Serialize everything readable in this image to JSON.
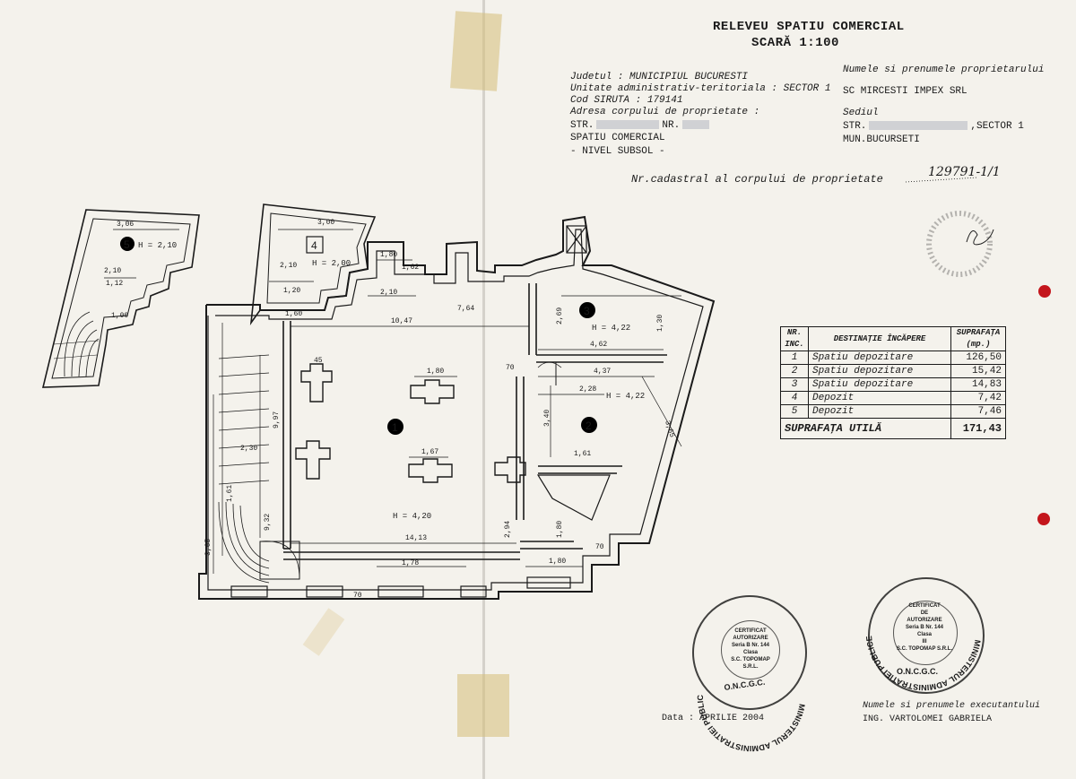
{
  "header": {
    "title_line1": "RELEVEU SPATIU COMERCIAL",
    "title_line2": "SCARĂ  1:100",
    "judet": "Judetul : MUNICIPIUL BUCURESTI",
    "unitate": "Unitate administrativ-teritoriala : SECTOR 1",
    "cod_siruta": "Cod SIRUTA : 179141",
    "adresa_label": "Adresa corpului de proprietate :",
    "str_prefix": "STR.",
    "nr_label": "NR.",
    "spatiu": "SPATIU COMERCIAL",
    "nivel": "- NIVEL SUBSOL -",
    "owner_label": "Numele si prenumele proprietarului",
    "owner_name": "SC MIRCESTI IMPEX SRL",
    "sediu_label": "Sediul",
    "sediu_str": "STR.",
    "sediu_sector": ",SECTOR 1",
    "sediu_city": "MUN.BUCURSETI",
    "cadastral_label": "Nr.cadastral al corpului de proprietate",
    "cadastral_value": "129791-1/1"
  },
  "table": {
    "col_nr": "NR. INC.",
    "col_dest": "DESTINAŢIE ÎNCĂPERE",
    "col_area": "SUPRAFAŢA (mp.)",
    "rows": [
      {
        "nr": "1",
        "dest": "Spatiu depozitare",
        "area": "126,50"
      },
      {
        "nr": "2",
        "dest": "Spatiu depozitare",
        "area": "15,42"
      },
      {
        "nr": "3",
        "dest": "Spatiu depozitare",
        "area": "14,83"
      },
      {
        "nr": "4",
        "dest": "Depozit",
        "area": "7,42"
      },
      {
        "nr": "5",
        "dest": "Depozit",
        "area": "7,46"
      }
    ],
    "total_label": "SUPRAFAŢA  UTILĂ",
    "total_value": "171,43"
  },
  "footer": {
    "data_label": "Data : APRILIE 2004",
    "executant_label": "Numele si prenumele executantului",
    "executant_name": "ING. VARTOLOMEI GABRIELA"
  },
  "stamps": {
    "left_ring": "MINISTERUL ADMINISTRATIEI PUBLICE",
    "left_bottom": "O.N.C.G.C.",
    "left_inner": [
      "CERTIFICAT",
      "AUTORIZARE",
      "Seria B Nr. 144",
      "Clasa",
      "S.C. TOPOMAP S.R.L."
    ],
    "right_ring": "MINISTERUL ADMINISTRATIEI PUBLICE",
    "right_bottom": "O.N.C.G.C.",
    "right_inner": [
      "CERTIFICAT",
      "DE",
      "AUTORIZARE",
      "Seria B Nr. 144",
      "Clasa",
      "III",
      "S.C. TOPOMAP S.R.L."
    ]
  },
  "plan": {
    "rooms": [
      {
        "id": "1",
        "h": "H = 4,20"
      },
      {
        "id": "2",
        "h": "H = 4,22"
      },
      {
        "id": "3",
        "h": "H = 4,22"
      },
      {
        "id": "4",
        "h": "H = 2,00"
      },
      {
        "id": "5",
        "h": "H = 2,10"
      }
    ],
    "dims": {
      "d_306": "3,06",
      "d_300": "3,00",
      "d_210a": "2,10",
      "d_210b": "2,10",
      "d_210c": "2,10",
      "d_112": "1,12",
      "d_100": "1,00",
      "d_180a": "1,80",
      "d_162": "1,62",
      "d_120": "1,20",
      "d_160a": "1,60",
      "d_1047": "10,47",
      "d_764": "7,64",
      "d_462": "4,62",
      "d_437": "4,37",
      "d_228": "2,28",
      "d_180b": "1,80",
      "d_167": "1,67",
      "d_1413": "14,13",
      "d_178": "1,78",
      "d_180c": "1,80",
      "d_180d": "1,80",
      "d_997": "9,97",
      "d_932": "9,32",
      "d_365": "3,65",
      "d_340": "3,40",
      "d_265": "3,65",
      "d_161": "1,61",
      "d_230": "2,30",
      "d_70a": "70",
      "d_70b": "70",
      "d_70c": "70",
      "d_45": "45",
      "d_294": "2,94",
      "d_269": "2,69",
      "d_130": "1,30",
      "d_161b": "1,61"
    }
  }
}
